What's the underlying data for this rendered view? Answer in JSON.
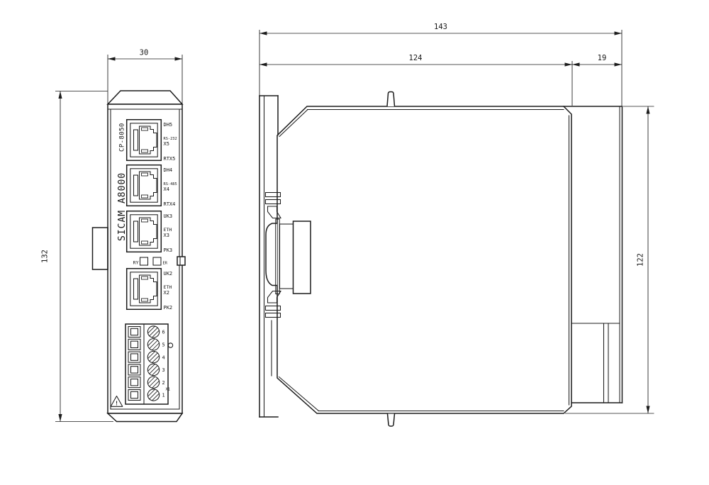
{
  "colors": {
    "line": "#1c1c1c",
    "background": "#ffffff"
  },
  "front_view": {
    "dim_width": "30",
    "dim_height": "132",
    "brand": "SICAM A8000",
    "model": "CP-8050",
    "ports": [
      {
        "led_top": "DH5",
        "iface": "RS-232",
        "name": "X5",
        "led_bottom": "RTX5"
      },
      {
        "led_top": "DH4",
        "iface": "RS-485",
        "name": "X4",
        "led_bottom": "RTX4"
      },
      {
        "led_top": "UK3",
        "iface": "ETH",
        "name": "X3",
        "led_bottom": "PK3"
      },
      {
        "led_top": "UK2",
        "iface": "ETH",
        "name": "X2",
        "led_bottom": "PK2"
      }
    ],
    "status_leds": {
      "ready": "RY",
      "error": "ER"
    },
    "terminal_block": {
      "pins": [
        "6",
        "5",
        "4",
        "3",
        "2",
        "1"
      ],
      "connector": "X1",
      "warning_mark": "!"
    }
  },
  "side_view": {
    "dim_total_width": "143",
    "dim_body_width": "124",
    "dim_rear_width": "19",
    "dim_height": "122"
  }
}
